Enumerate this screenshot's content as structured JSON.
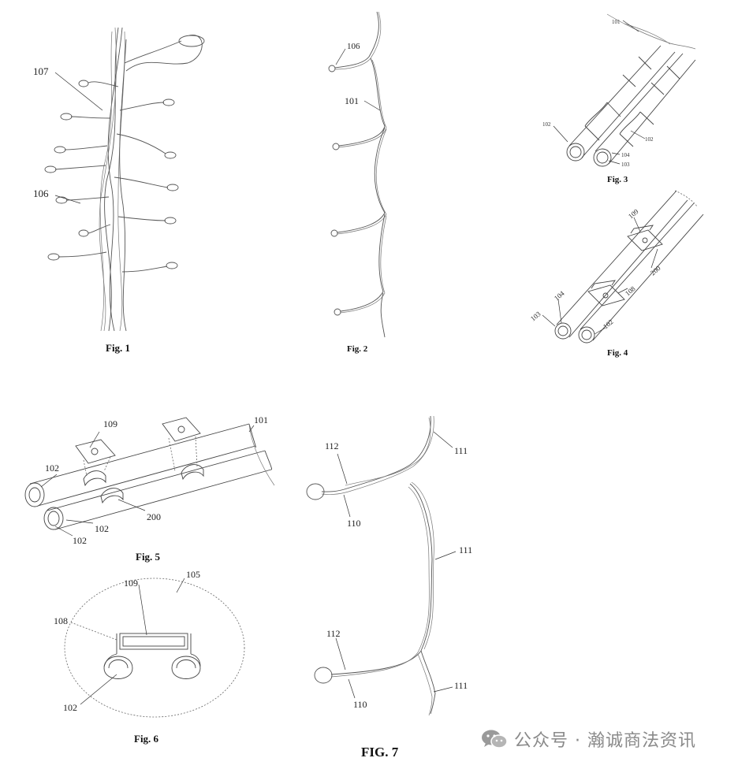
{
  "figures": {
    "fig1": {
      "caption": "Fig. 1",
      "labels": [
        "107",
        "106"
      ]
    },
    "fig2": {
      "caption": "Fig. 2",
      "labels": [
        "106",
        "101"
      ]
    },
    "fig3": {
      "caption": "Fig. 3",
      "labels": [
        "101",
        "102",
        "102",
        "104",
        "103"
      ]
    },
    "fig4": {
      "caption": "Fig. 4",
      "labels": [
        "109",
        "200",
        "108",
        "103",
        "104",
        "102"
      ]
    },
    "fig5": {
      "caption": "Fig. 5",
      "labels": [
        "109",
        "101",
        "102",
        "200",
        "102",
        "102"
      ]
    },
    "fig6": {
      "caption": "Fig. 6",
      "labels": [
        "109",
        "105",
        "108",
        "102"
      ]
    },
    "fig7": {
      "caption": "FIG. 7",
      "labels": [
        "112",
        "111",
        "110",
        "111",
        "112",
        "110",
        "111"
      ]
    }
  },
  "watermark": {
    "icon": "wechat-icon",
    "text": "公众号 · 瀚诚商法资讯"
  }
}
